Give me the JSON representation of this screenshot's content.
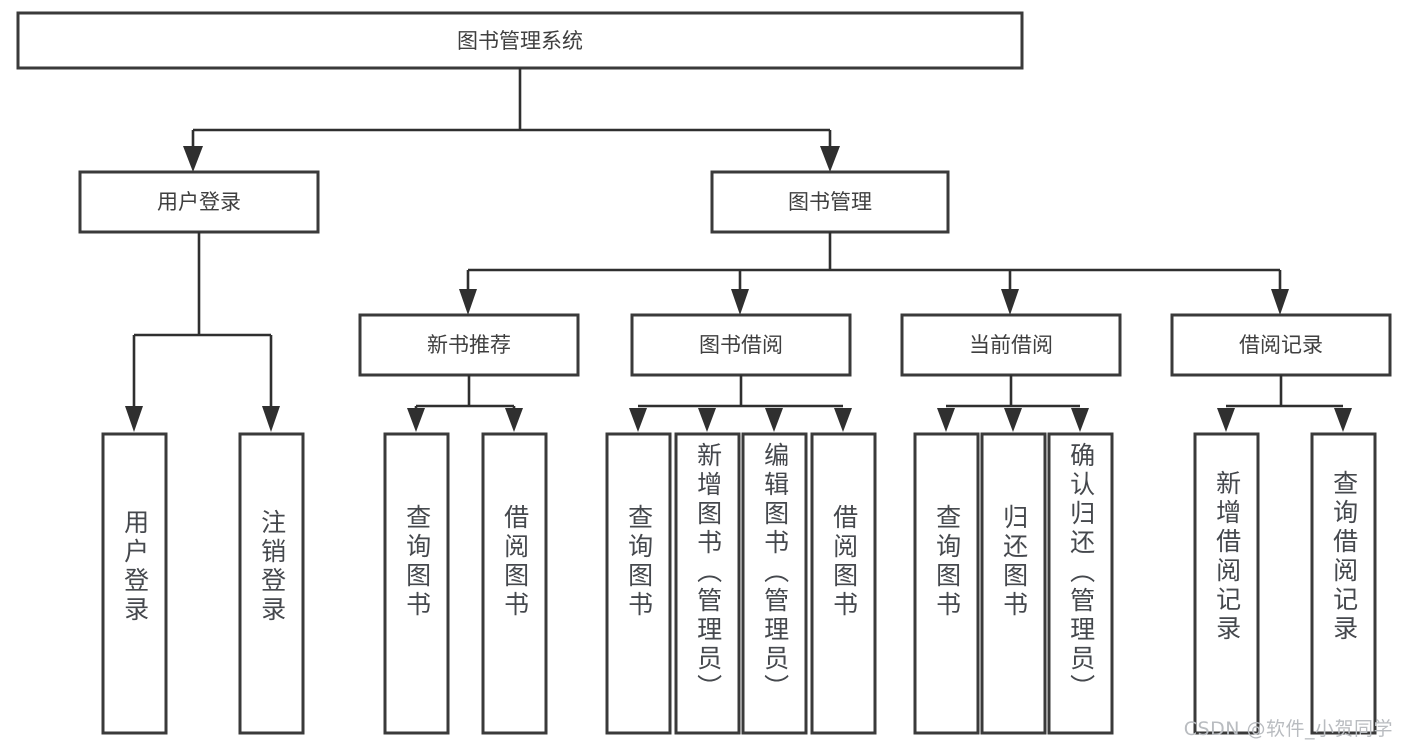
{
  "diagram": {
    "type": "tree",
    "title": "图书管理系统",
    "orientation": "top-down",
    "root": {
      "id": "root",
      "label": "图书管理系统"
    },
    "level2": [
      {
        "id": "user-login",
        "label": "用户登录"
      },
      {
        "id": "book-manage",
        "label": "图书管理"
      }
    ],
    "level3": [
      {
        "id": "new-book-recommend",
        "label": "新书推荐",
        "parent": "book-manage"
      },
      {
        "id": "book-borrow",
        "label": "图书借阅",
        "parent": "book-manage"
      },
      {
        "id": "current-borrow",
        "label": "当前借阅",
        "parent": "book-manage"
      },
      {
        "id": "borrow-record",
        "label": "借阅记录",
        "parent": "book-manage"
      }
    ],
    "leaves": [
      {
        "id": "leaf-user-login",
        "label": "用户登录",
        "parent": "user-login"
      },
      {
        "id": "leaf-user-logout",
        "label": "注销登录",
        "parent": "user-login"
      },
      {
        "id": "leaf-query-book-1",
        "label": "查询图书",
        "parent": "new-book-recommend"
      },
      {
        "id": "leaf-borrow-book-1",
        "label": "借阅图书",
        "parent": "new-book-recommend"
      },
      {
        "id": "leaf-query-book-2",
        "label": "查询图书",
        "parent": "book-borrow"
      },
      {
        "id": "leaf-add-book",
        "label": "新增图书（管理员）",
        "parent": "book-borrow"
      },
      {
        "id": "leaf-edit-book",
        "label": "编辑图书（管理员）",
        "parent": "book-borrow"
      },
      {
        "id": "leaf-borrow-book-2",
        "label": "借阅图书",
        "parent": "book-borrow"
      },
      {
        "id": "leaf-query-book-3",
        "label": "查询图书",
        "parent": "current-borrow"
      },
      {
        "id": "leaf-return-book",
        "label": "归还图书",
        "parent": "current-borrow"
      },
      {
        "id": "leaf-confirm-return",
        "label": "确认归还（管理员）",
        "parent": "current-borrow"
      },
      {
        "id": "leaf-add-record",
        "label": "新增借阅记录",
        "parent": "borrow-record"
      },
      {
        "id": "leaf-query-record",
        "label": "查询借阅记录",
        "parent": "borrow-record"
      }
    ],
    "colors": {
      "box_stroke": "#3a3a3a",
      "box_fill": "#ffffff",
      "connector": "#2f2f2f",
      "label_text": "#45484d",
      "background": "#ffffff",
      "watermark_text": "#b9bcc0"
    }
  },
  "watermark": {
    "text": "CSDN @软件_小贺同学"
  }
}
